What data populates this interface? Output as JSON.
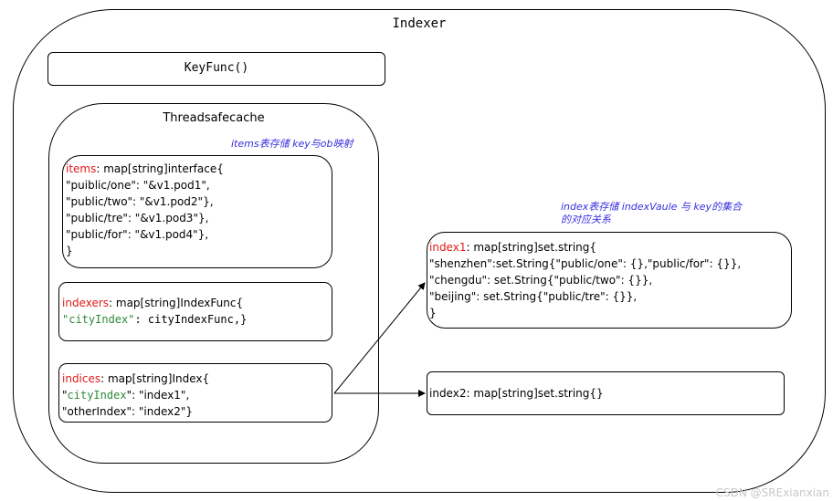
{
  "indexer_title": "Indexer",
  "keyfunc_label": "KeyFunc()",
  "threadsafecache_title": "Threadsafecache",
  "items_note": "items表存储 key与ob映射",
  "items": {
    "name": "items",
    "decl": ": map[string]interface{",
    "lines": [
      "\"puiblic/one\": \"&v1.pod1\",",
      "\"public/two\":  \"&v1.pod2\"},",
      "\"public/tre\": \"&v1.pod3\"},",
      "\"public/for\": \"&v1.pod4\"},",
      "}"
    ]
  },
  "indexers": {
    "name": "indexers",
    "decl": ": map[string]IndexFunc{",
    "key": "\"cityIndex\"",
    "rest": ": cityIndexFunc,}"
  },
  "indices": {
    "name": "indices",
    "decl": ": map[string]Index{",
    "line1_open": "\"",
    "line1_key": "cityIndex",
    "line1_rest": "\": \"index1\",",
    "line2": "\"otherIndex\": \"index2\"}"
  },
  "index_note_line1": "index表存储 indexVaule 与 key的集合",
  "index_note_line2": "的对应关系",
  "index1": {
    "name": "index1",
    "decl": ": map[string]set.string{",
    "lines": [
      "\"shenzhen\":set.String{\"public/one\": {},\"public/for\": {}},",
      "\"chengdu\": set.String{\"public/two\": {}},",
      "\"beijing\": set.String{\"public/tre\": {}},",
      "}"
    ]
  },
  "index2_label": "index2: map[string]set.string{}",
  "watermark": "CSDN @SRExianxian"
}
